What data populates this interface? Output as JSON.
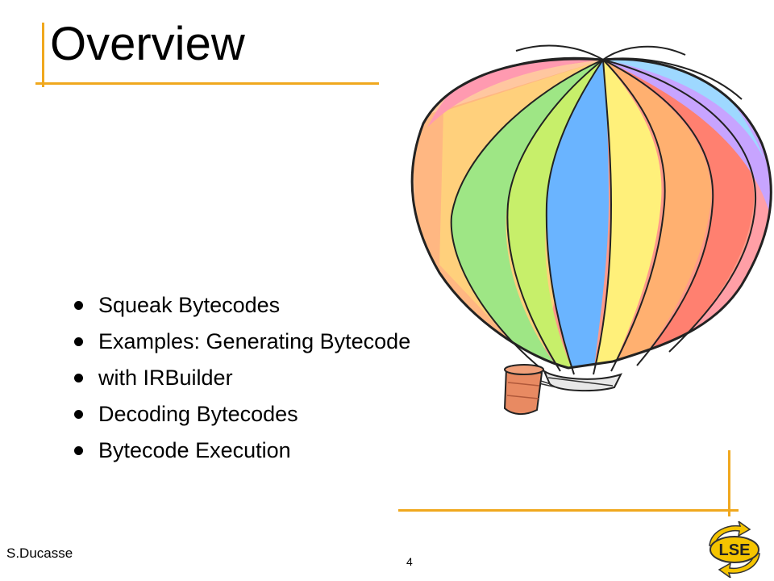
{
  "slide": {
    "title": "Overview",
    "bullets": [
      "Squeak Bytecodes",
      "Examples: Generating Bytecode",
      "with IRBuilder",
      "Decoding Bytecodes",
      "Bytecode Execution"
    ],
    "author": "S.Ducasse",
    "page_number": "4",
    "logo_text": "LSE"
  },
  "colors": {
    "accent_rule": "#f0a81e",
    "logo_yellow": "#f5c400",
    "text": "#000000"
  },
  "icons": {
    "illustration": "hot-air-balloon-icon",
    "logo": "lse-logo-icon"
  }
}
